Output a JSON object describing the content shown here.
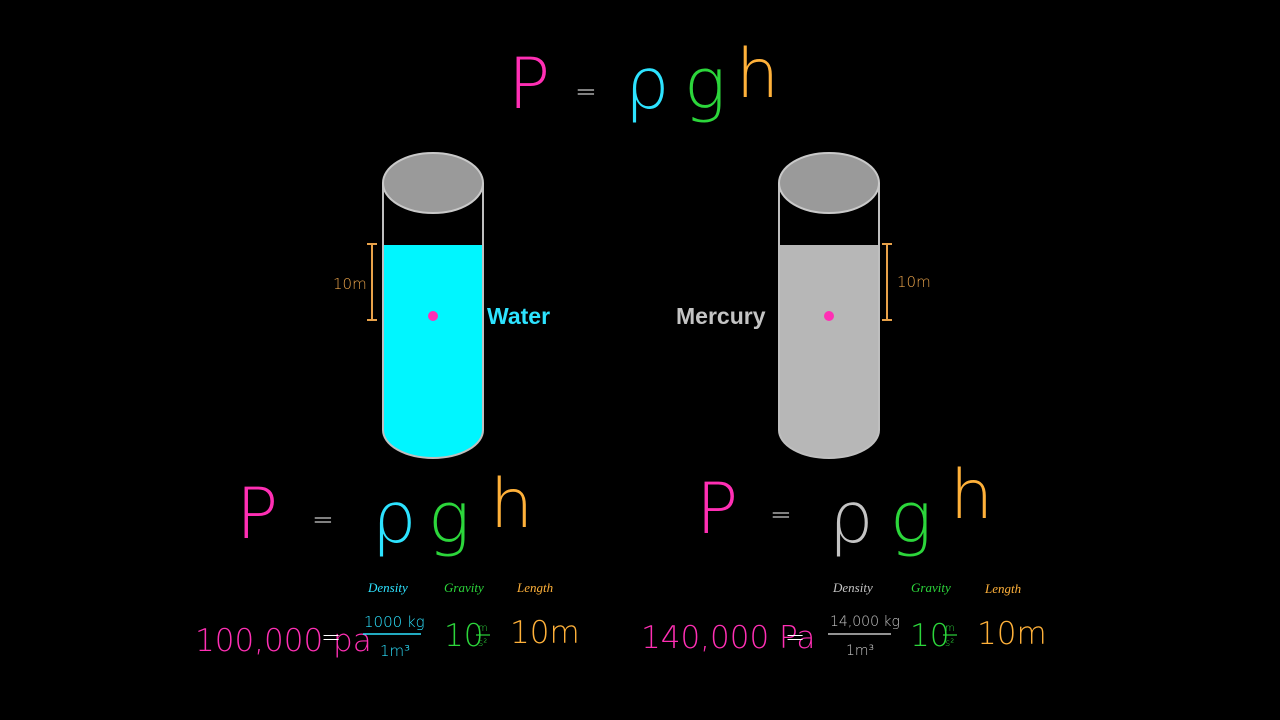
{
  "colors": {
    "pressure": "#ff2fb4",
    "density_water": "#2de3ff",
    "density_mercury": "#c4c4c4",
    "gravity": "#2cd63b",
    "height": "#ffb13a",
    "point": "#ff2fb4",
    "water_fill": "#00f6ff",
    "mercury_fill": "#b7b7b7",
    "tube_outline": "#bfbfbf",
    "marker": "#e8a24a",
    "background": "#000000"
  },
  "equation_top": {
    "p": "P",
    "eq": "=",
    "rho": "ρ",
    "g": "g",
    "h": "h"
  },
  "water_tube": {
    "label": "Water",
    "height_label": "10m"
  },
  "mercury_tube": {
    "label": "Mercury",
    "height_label": "10m"
  },
  "equation_water": {
    "p": "P",
    "eq": "=",
    "rho": "ρ",
    "g": "g",
    "h": "h"
  },
  "equation_mercury": {
    "p": "P",
    "eq": "=",
    "rho": "ρ",
    "g": "g",
    "h": "h"
  },
  "calc_water": {
    "density_caption": "Density",
    "gravity_caption": "Gravity",
    "length_caption": "Length",
    "pressure": "100,000 pa",
    "eq": "=",
    "density_num": "1000 kg",
    "density_den": "1m³",
    "gravity_value": "10",
    "gravity_unit_num": "m",
    "gravity_unit_den": "s²",
    "length_value": "10m"
  },
  "calc_mercury": {
    "density_caption": "Density",
    "gravity_caption": "Gravity",
    "length_caption": "Length",
    "pressure": "140,000 Pa",
    "eq": "=",
    "density_num": "14,000 kg",
    "density_den": "1m³",
    "gravity_value": "10",
    "gravity_unit_num": "m",
    "gravity_unit_den": "s²",
    "length_value": "10m"
  }
}
